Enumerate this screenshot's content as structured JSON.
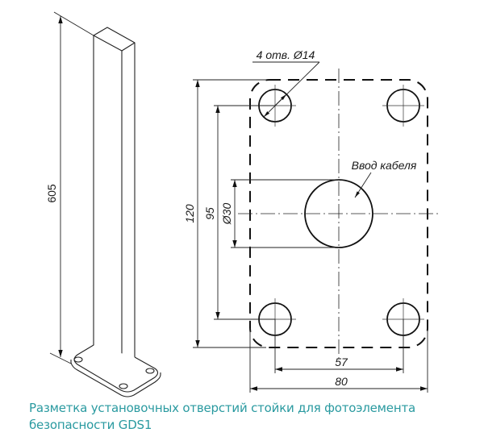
{
  "drawing": {
    "post_view": {
      "height_dimension": "605"
    },
    "plate_view": {
      "holes_callout": "4 отв. Ø14",
      "cable_entry_label": "Ввод кабеля",
      "dimensions": {
        "overall_height": "120",
        "hole_spacing_vertical": "95",
        "cable_entry_diameter": "Ø30",
        "hole_spacing_horizontal": "57",
        "overall_width": "80"
      }
    }
  },
  "caption": {
    "line1": "Разметка установочных отверстий стойки для фотоэлемента",
    "line2": "безопасности GDS1",
    "color": "#2a9aa0"
  }
}
